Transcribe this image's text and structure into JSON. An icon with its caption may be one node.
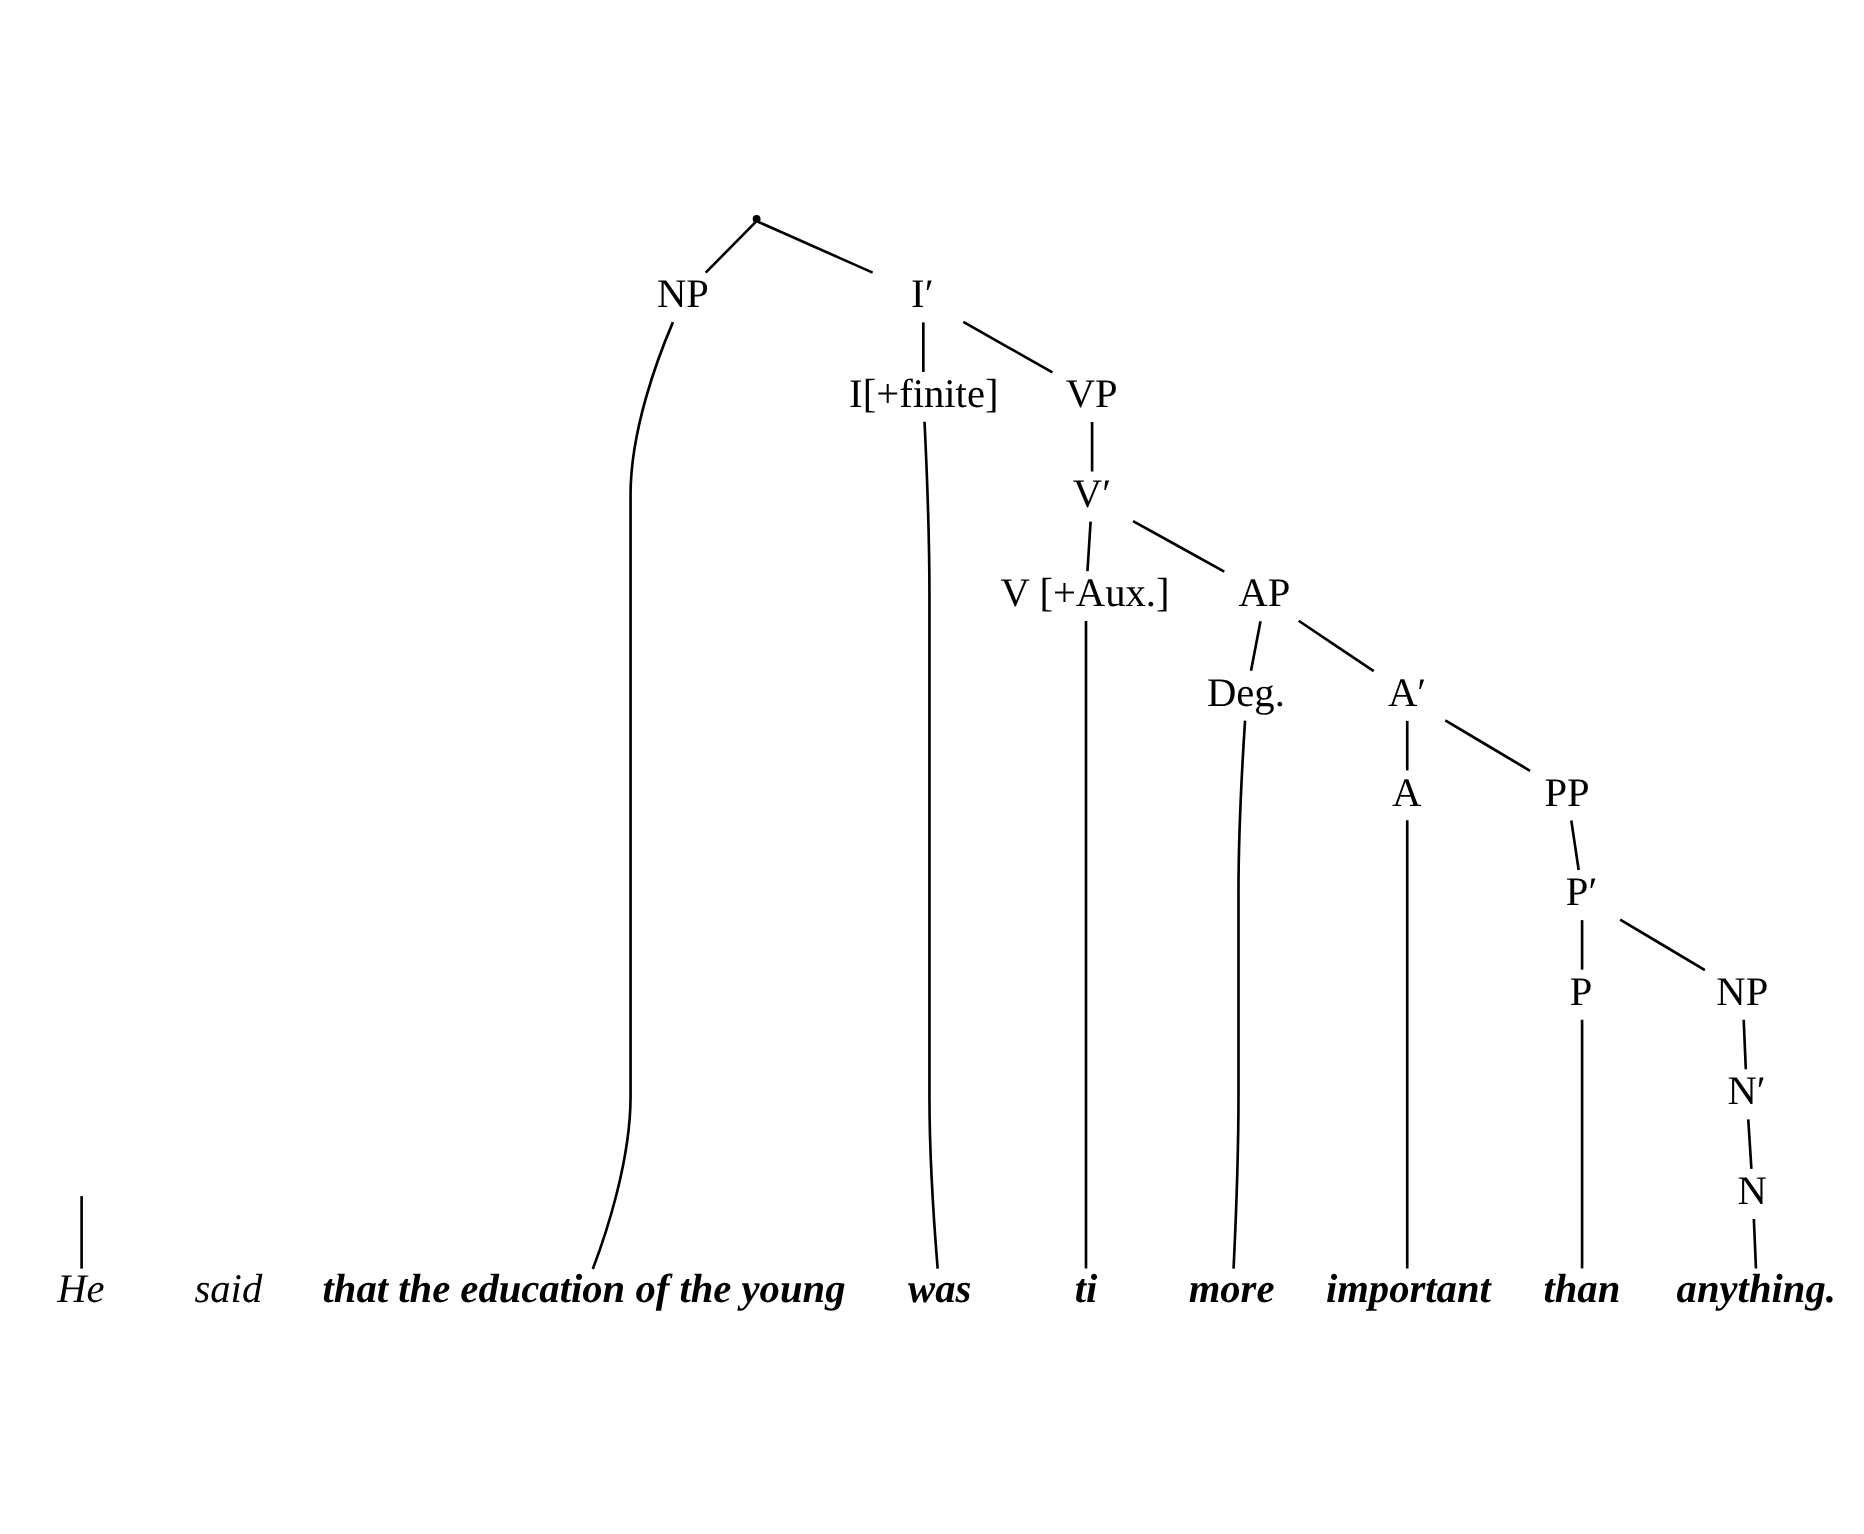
{
  "diagram": {
    "nodes": [
      {
        "text": [],
        "shape": "point"
      },
      {
        "text": [
          "NP"
        ]
      },
      {
        "text": [
          "I′"
        ]
      },
      {
        "text": [
          "I[+finite]"
        ]
      },
      {
        "text": [
          "VP"
        ]
      },
      {
        "text": [
          "V′"
        ]
      },
      {
        "text": [
          "V [+Aux.]"
        ]
      },
      {
        "text": [
          "AP"
        ]
      },
      {
        "text": [
          "Deg."
        ]
      },
      {
        "text": [
          "A′"
        ]
      },
      {
        "text": [
          "A"
        ]
      },
      {
        "text": [
          "PP"
        ]
      },
      {
        "text": [
          "P′"
        ]
      },
      {
        "text": [
          "P"
        ]
      },
      {
        "text": [
          "NP"
        ]
      },
      {
        "text": [
          "N′"
        ]
      },
      {
        "text": [
          "N"
        ]
      },
      {
        "text": [
          "He"
        ]
      },
      {
        "text": [
          "that the education of the young"
        ]
      },
      {
        "text": [
          "was"
        ]
      },
      {
        "text": [
          "ti"
        ]
      },
      {
        "text": [
          "more"
        ]
      },
      {
        "text": [
          "important"
        ]
      },
      {
        "text": [
          "than"
        ]
      },
      {
        "text": [
          "anything."
        ]
      }
    ],
    "edges": [
      {
        "from": 0,
        "to": 1,
        "arrow": "none"
      },
      {
        "from": 0,
        "to": 2,
        "arrow": "none"
      },
      {
        "from": 2,
        "to": 3,
        "arrow": "none"
      },
      {
        "from": 2,
        "to": 4,
        "arrow": "none"
      },
      {
        "from": 4,
        "to": 5,
        "arrow": "none"
      },
      {
        "from": 5,
        "to": 6,
        "arrow": "none"
      },
      {
        "from": 5,
        "to": 7,
        "arrow": "none"
      },
      {
        "from": 7,
        "to": 8,
        "arrow": "none"
      },
      {
        "from": 7,
        "to": 9,
        "arrow": "none"
      },
      {
        "from": 9,
        "to": 10,
        "arrow": "none"
      },
      {
        "from": 9,
        "to": 11,
        "arrow": "none"
      },
      {
        "from": 11,
        "to": 12,
        "arrow": "none"
      },
      {
        "from": 12,
        "to": 13,
        "arrow": "none"
      },
      {
        "from": 12,
        "to": 14,
        "arrow": "none"
      },
      {
        "from": 14,
        "to": 15,
        "arrow": "none"
      },
      {
        "from": 15,
        "to": 16,
        "arrow": "none"
      },
      {
        "from": null,
        "to": 17,
        "arrow": "none"
      },
      {
        "from": 1,
        "to": 18,
        "arrow": "none"
      },
      {
        "from": 3,
        "to": 19,
        "arrow": "none"
      },
      {
        "from": 6,
        "to": 20,
        "arrow": "none"
      },
      {
        "from": 8,
        "to": 21,
        "arrow": "none"
      },
      {
        "from": 10,
        "to": 22,
        "arrow": "none"
      },
      {
        "from": 13,
        "to": 23,
        "arrow": "none"
      },
      {
        "from": 16,
        "to": 24,
        "arrow": "none"
      }
    ],
    "labels": [
      "said"
    ]
  }
}
